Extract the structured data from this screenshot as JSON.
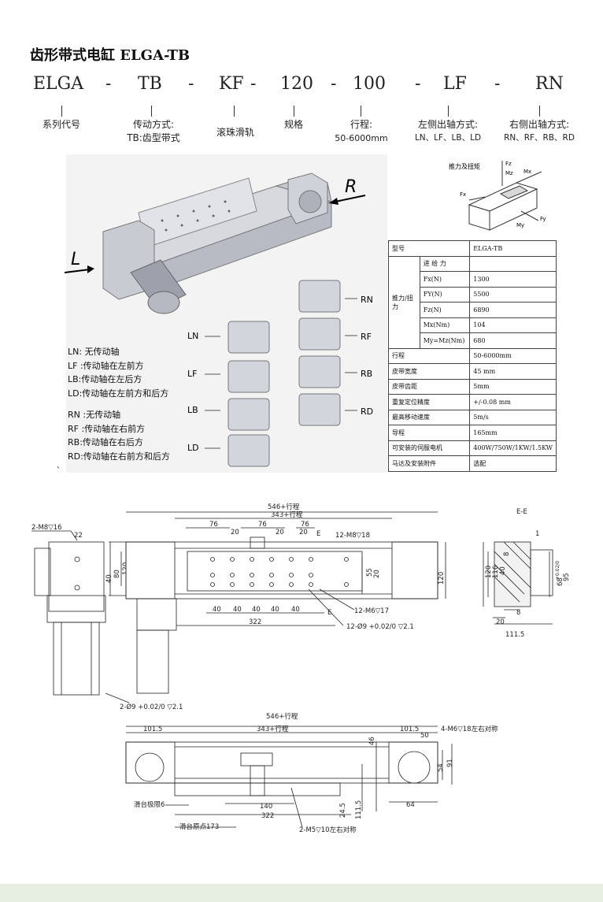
{
  "title": "齿形带式电缸 ELGA-TB",
  "code": {
    "parts": [
      "ELGA",
      "-",
      "TB",
      "-",
      "KF",
      "-",
      "120",
      "-",
      "100",
      "-",
      "LF",
      "-",
      "RN"
    ]
  },
  "descriptions": {
    "series": "系列代号",
    "drive_label": "传动方式:",
    "drive_value": "TB:齿型带式",
    "rail": "滚珠滑轨",
    "spec": "规格",
    "stroke_label": "行程:",
    "stroke_value": "50-6000mm",
    "left_label": "左侧出轴方式:",
    "left_value": "LN、LF、LB、LD",
    "right_label": "右侧出轴方式:",
    "right_value": "RN、RF、RB、RD"
  },
  "photo": {
    "label_r": "R",
    "label_l": "L",
    "force_title": "推力及扭矩",
    "force_labels": {
      "fz": "Fz",
      "mz": "Mz",
      "mx": "Mx",
      "fx": "Fx",
      "fy": "Fy",
      "my": "My"
    },
    "variant_labels": [
      "LN",
      "LF",
      "LB",
      "LD",
      "RN",
      "RF",
      "RB",
      "RD"
    ]
  },
  "legend": {
    "left": [
      "LN: 无传动轴",
      "LF :传动轴在左前方",
      "LB:传动轴在左后方",
      "LD:传动轴在左前方和后方"
    ],
    "right": [
      "RN :无传动轴",
      "RF :传动轴在右前方",
      "RB:传动轴在右后方",
      "RD:传动轴在右前方和后方"
    ],
    "mark": "、"
  },
  "spec_table": {
    "model_label": "型号",
    "model_value": "ELGA-TB",
    "force_group": "推力/扭力",
    "force_header": "进 给 力",
    "forces": [
      {
        "label": "Fx(N)",
        "value": "1300"
      },
      {
        "label": "FY(N)",
        "value": "5500"
      },
      {
        "label": "Fz(N)",
        "value": "6890"
      },
      {
        "label": "Mx(Nm)",
        "value": "104"
      },
      {
        "label": "My=Mz(Nm)",
        "value": "680"
      }
    ],
    "rows": [
      {
        "label": "行程",
        "value": "50-6000mm"
      },
      {
        "label": "皮带宽度",
        "value": "45 mm"
      },
      {
        "label": "皮带齿距",
        "value": "5mm"
      },
      {
        "label": "重复定位精度",
        "value": "+/-0.08 mm"
      },
      {
        "label": "最高移动速度",
        "value": "5m/s"
      },
      {
        "label": "导程",
        "value": "165mm"
      },
      {
        "label": "可安装的伺服电机",
        "value": "400W/750W/1KW/1.5KW"
      },
      {
        "label": "马达及安装附件",
        "value": "选配"
      }
    ]
  },
  "drawing_top": {
    "overall": "546+行程",
    "inner": "343+行程",
    "section": "E-E",
    "d76a": "76",
    "d76b": "76",
    "d76c": "76",
    "d20a": "20",
    "d20b": "20",
    "d20c": "20",
    "tap_left": "2-M8▽16",
    "d22": "22",
    "d40v": "40",
    "d80": "80",
    "d120l": "120",
    "tap_top": "12-M8▽18",
    "d20v": "20",
    "d55": "55",
    "d120r": "120",
    "d40s": [
      "40",
      "40",
      "40",
      "40",
      "40"
    ],
    "d322": "322",
    "tap_m6": "12-M6▽17",
    "hole_12": "12-Ø9 +0.02/0 ▽2.1",
    "hole_2": "2-Ø9 +0.02/0 ▽2.1",
    "e_label": "E",
    "sec_d1": "1",
    "sec_d8": "8",
    "sec_d120": "120",
    "sec_d116": "116",
    "sec_d40": "40",
    "sec_tol": "+0.02/0",
    "sec_d68": "68",
    "sec_d95": "95",
    "sec_d8b": "8",
    "sec_d20": "20",
    "sec_d1115": "111.5"
  },
  "drawing_bottom": {
    "overall": "546+行程",
    "inner": "343+行程",
    "left": "101.5",
    "right": "101.5",
    "d50": "50",
    "tap": "4-M6▽18左右对称",
    "d46": "46",
    "d54": "54",
    "d91": "91",
    "limit": "滑台极限6",
    "d140": "140",
    "d322": "322",
    "d245": "24.5",
    "d1115": "111.5",
    "d64": "64",
    "origin": "滑台原点173",
    "tap2": "2-M5▽10左右对称"
  },
  "colors": {
    "metal": "#c9cbd3",
    "metal_dark": "#8e919c",
    "table_border": "#444444",
    "footer": "#e6efe2"
  }
}
